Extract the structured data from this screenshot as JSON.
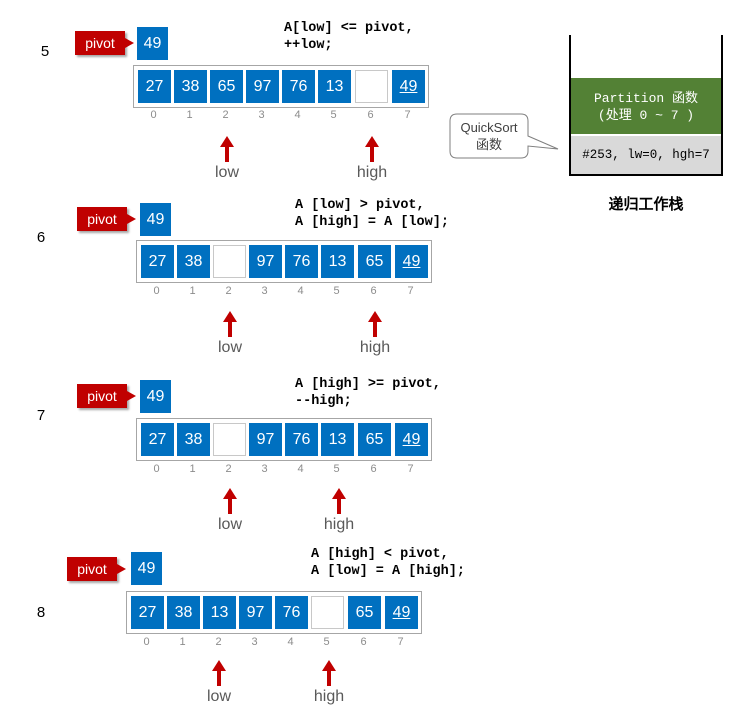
{
  "steps": [
    {
      "number": "5",
      "pivot_label": "pivot",
      "pivot_value": "49",
      "code": [
        "A[low] <= pivot,",
        "++low;"
      ],
      "cells": [
        "27",
        "38",
        "65",
        "97",
        "76",
        "13",
        "",
        "49"
      ],
      "indices": [
        "0",
        "1",
        "2",
        "3",
        "4",
        "5",
        "6",
        "7"
      ],
      "low_label": "low",
      "high_label": "high",
      "low_index": 2,
      "high_index": 6
    },
    {
      "number": "6",
      "pivot_label": "pivot",
      "pivot_value": "49",
      "code": [
        "A [low] > pivot,",
        "A [high] = A [low];"
      ],
      "cells": [
        "27",
        "38",
        "",
        "97",
        "76",
        "13",
        "65",
        "49"
      ],
      "indices": [
        "0",
        "1",
        "2",
        "3",
        "4",
        "5",
        "6",
        "7"
      ],
      "low_label": "low",
      "high_label": "high",
      "low_index": 2,
      "high_index": 6
    },
    {
      "number": "7",
      "pivot_label": "pivot",
      "pivot_value": "49",
      "code": [
        "A [high] >= pivot,",
        "--high;"
      ],
      "cells": [
        "27",
        "38",
        "",
        "97",
        "76",
        "13",
        "65",
        "49"
      ],
      "indices": [
        "0",
        "1",
        "2",
        "3",
        "4",
        "5",
        "6",
        "7"
      ],
      "low_label": "low",
      "high_label": "high",
      "low_index": 2,
      "high_index": 5
    },
    {
      "number": "8",
      "pivot_label": "pivot",
      "pivot_value": "49",
      "code": [
        "A [high] < pivot,",
        "A [low] = A [high];"
      ],
      "cells": [
        "27",
        "38",
        "13",
        "97",
        "76",
        "",
        "65",
        "49"
      ],
      "indices": [
        "0",
        "1",
        "2",
        "3",
        "4",
        "5",
        "6",
        "7"
      ],
      "low_label": "low",
      "high_label": "high",
      "low_index": 2,
      "high_index": 5
    }
  ],
  "stack": {
    "frame_title_line1": "Partition 函数",
    "frame_title_line2": "(处理 0 ~ 7 )",
    "frame_detail": "#253, lw=0, hgh=7",
    "caption": "递归工作栈"
  },
  "callout": {
    "line1": "QuickSort",
    "line2": "函数"
  },
  "colors": {
    "cell_blue": "#0070c0",
    "pivot_red": "#c00000",
    "arrow_red": "#c00000",
    "frame_green": "#538135",
    "frame_gray": "#d9d9d9"
  }
}
